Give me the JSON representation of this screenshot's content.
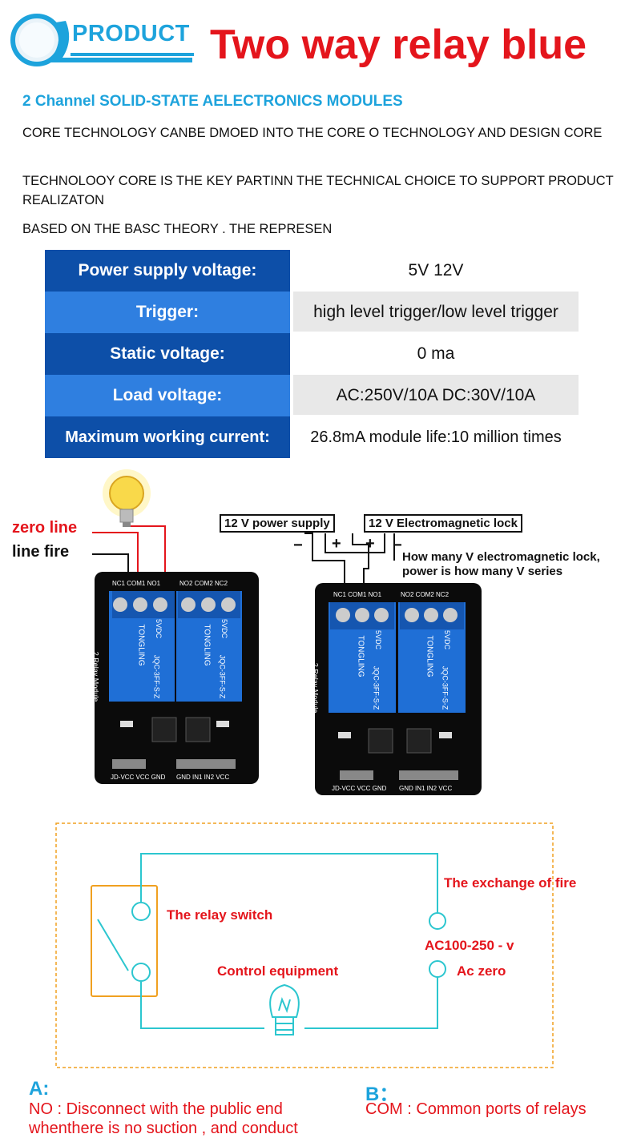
{
  "header": {
    "badge": "PRODUCT",
    "title": "Two way relay blue"
  },
  "subtitle": "2 Channel SOLID-STATE AELECTRONICS MODULES",
  "paragraphs": [
    "CORE TECHNOLOGY CANBE DMOED INTO THE CORE O TECHNOLOGY AND DESIGN CORE",
    "TECHNOLOOY CORE IS THE KEY PARTINN THE TECHNICAL CHOICE TO SUPPORT PRODUCT REALIZATON",
    "BASED ON THE BASC THEORY . THE REPRESEN"
  ],
  "specs": [
    {
      "label": "Power supply voltage:",
      "value": "5V 12V"
    },
    {
      "label": "Trigger:",
      "value": "high level trigger/low level trigger"
    },
    {
      "label": "Static voltage:",
      "value": "0 ma"
    },
    {
      "label": "Load voltage:",
      "value": "AC:250V/10A  DC:30V/10A"
    },
    {
      "label": "Maximum working current:",
      "value": "26.8mA module life:10 million times"
    }
  ],
  "colors": {
    "accent_blue": "#1da3dc",
    "title_red": "#e4151c",
    "row_dark": "#0d4fa8",
    "row_light": "#2f7fe0",
    "value_bg": "#e8e8e8",
    "wire_cyan": "#2cc6cf",
    "switch_orange": "#f0a020"
  },
  "wiring": {
    "zero_line": "zero line",
    "line_fire": "line fire",
    "power_supply": "12 V power supply",
    "lock": "12 V Electromagnetic lock",
    "minus": "−",
    "plus": "+",
    "note": "How many V electromagnetic lock, power is how many V series"
  },
  "module": {
    "terminals": "NC1 COM1 NO1",
    "terminals2": "NO2 COM2 NC2",
    "side": "2 Relay Module",
    "relay_brand": "TONGLING",
    "relay_model": "JQC-3FF-S-Z",
    "relay_spec": "5VDC",
    "pins_left": "JD-VCC VCC GND",
    "pins_right": "GND IN1 IN2 VCC"
  },
  "circuit": {
    "relay_switch": "The relay switch",
    "control_equipment": "Control equipment",
    "exchange_fire": "The exchange of fire",
    "ac_range": "AC100-250 - v",
    "ac_zero": "Ac zero"
  },
  "legend": {
    "a_label": "A:",
    "a_text_1": "NO : Disconnect with the public end",
    "a_text_2": "whenthere is no suction , and conduct",
    "b_label": "B：",
    "b_text_1": "COM : Common ports of relays"
  }
}
